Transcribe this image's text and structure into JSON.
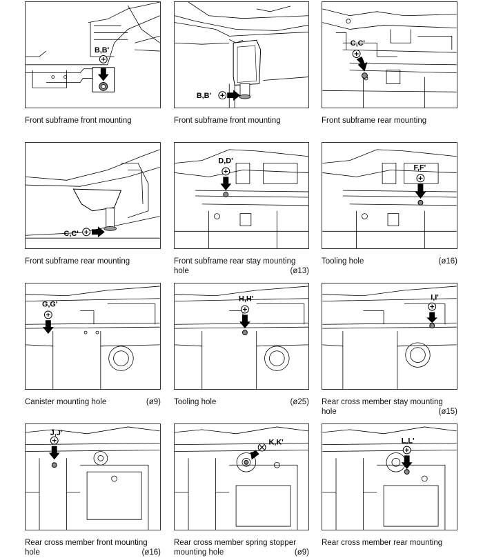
{
  "figures": [
    {
      "label": "B,B'",
      "caption": "Front subframe front mounting",
      "diameter": ""
    },
    {
      "label": "B,B'",
      "caption": "Front subframe front mounting",
      "diameter": ""
    },
    {
      "label": "C,C'",
      "caption": "Front subframe rear mounting",
      "diameter": ""
    },
    {
      "label": "C,C'",
      "caption": "Front subframe rear mounting",
      "diameter": ""
    },
    {
      "label": "D,D'",
      "caption": "Front subframe rear stay mounting hole",
      "diameter": "(ø13)"
    },
    {
      "label": "F,F'",
      "caption": "Tooling hole",
      "diameter": "(ø16)"
    },
    {
      "label": "G,G'",
      "caption": "Canister mounting hole",
      "diameter": "(ø9)"
    },
    {
      "label": "H,H'",
      "caption": "Tooling hole",
      "diameter": "(ø25)"
    },
    {
      "label": "I,I'",
      "caption": "Rear cross member stay mounting hole",
      "diameter": "(ø15)"
    },
    {
      "label": "J,J'",
      "caption": "Rear cross member front mounting hole",
      "diameter": "(ø16)"
    },
    {
      "label": "K,K'",
      "caption": "Rear cross member spring stopper mounting hole",
      "diameter": "(ø9)"
    },
    {
      "label": "L,L'",
      "caption": "Rear cross member rear mounting",
      "diameter": ""
    }
  ]
}
